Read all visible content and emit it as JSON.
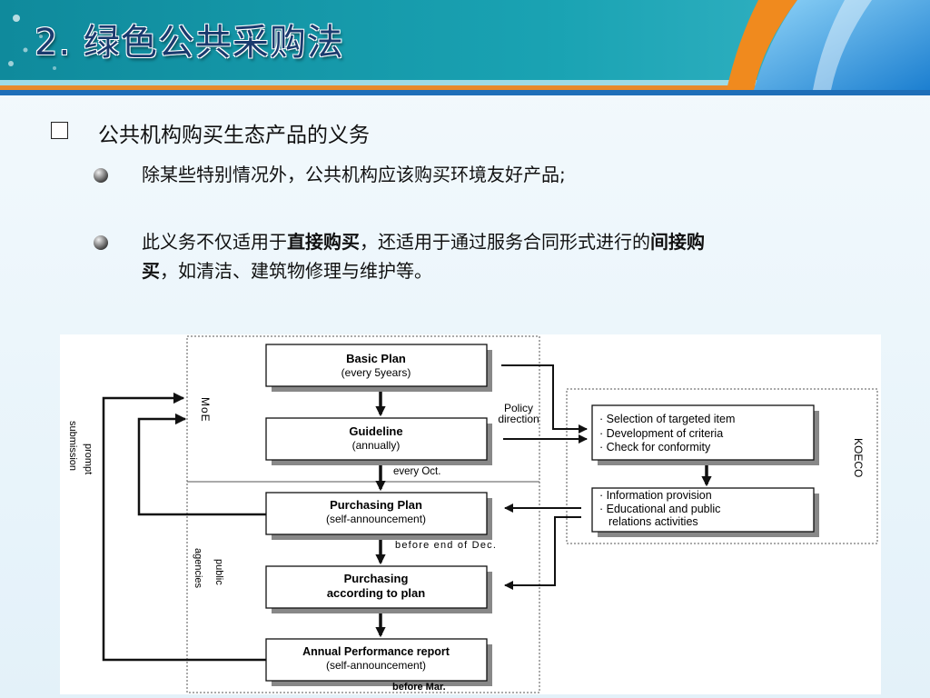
{
  "slide": {
    "title": "2. 绿色公共采购法",
    "heading": "公共机构购买生态产品的义务",
    "bullets": [
      {
        "text": "除某些特别情况外，公共机构应该购买环境友好产品;"
      },
      {
        "seg1": "此义务不仅适用于",
        "bold1": "直接购买",
        "seg2": "，还适用于通过服务合同形式进行的",
        "bold2": "间接购",
        "bold3": "买",
        "seg3": "，如清洁、建筑物修理与维护等。"
      }
    ]
  },
  "diagram": {
    "boxes": {
      "basic_plan": {
        "title": "Basic Plan",
        "sub": "(every 5years)"
      },
      "guideline": {
        "title": "Guideline",
        "sub": "(annually)"
      },
      "purchasing_plan": {
        "title": "Purchasing Plan",
        "sub": "(self-announcement)"
      },
      "purchasing_according": {
        "title": "Purchasing",
        "sub": "according to plan"
      },
      "annual_report": {
        "title": "Annual Performance report",
        "sub": "(self-announcement)"
      },
      "koeco_top": {
        "lines": [
          "· Selection of targeted item",
          "· Development of criteria",
          "· Check for conformity"
        ]
      },
      "koeco_bottom": {
        "lines": [
          "· Information provision",
          "· Educational and public",
          "relations activities"
        ]
      }
    },
    "labels": {
      "policy_1": "Policy",
      "policy_2": "direction",
      "every_oct": "every Oct.",
      "before_dec": "before end of Dec.",
      "before_mar": "before Mar."
    },
    "vertical_labels": {
      "moe": "MoE",
      "koeco": "KOECO",
      "submission": "submission",
      "prompt": "prompt",
      "agencies": "agencies",
      "public": "public"
    }
  }
}
